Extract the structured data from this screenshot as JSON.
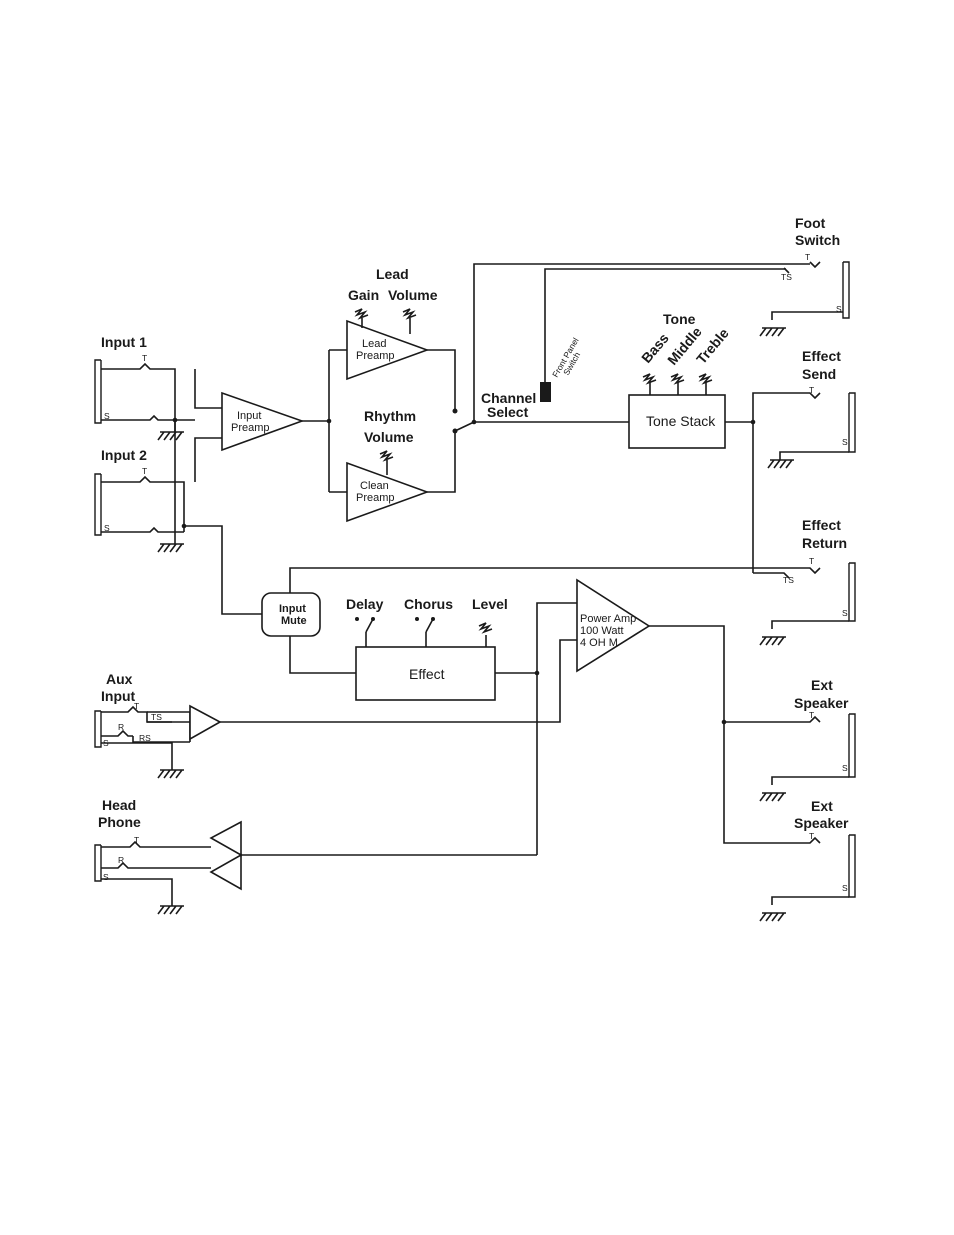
{
  "labels": {
    "foot_switch": [
      "Foot",
      "Switch"
    ],
    "input1": "Input 1",
    "input2": "Input 2",
    "aux_input": [
      "Aux",
      "Input"
    ],
    "head_phone": [
      "Head",
      "Phone"
    ],
    "effect_send": [
      "Effect",
      "Send"
    ],
    "effect_return": [
      "Effect",
      "Return"
    ],
    "ext_speaker1": [
      "Ext",
      "Speaker"
    ],
    "ext_speaker2": [
      "Ext",
      "Speaker"
    ],
    "lead": "Lead",
    "gain": "Gain",
    "volume": "Volume",
    "rhythm_volume": [
      "Rhythm",
      "Volume"
    ],
    "channel_select": [
      "Channel",
      "Select"
    ],
    "front_panel_switch": [
      "Front Panel",
      "Switch"
    ],
    "tone": "Tone",
    "bass": "Bass",
    "middle": "Middle",
    "treble": "Treble",
    "delay": "Delay",
    "chorus": "Chorus",
    "level": "Level"
  },
  "blocks": {
    "input_preamp": [
      "Input",
      "Preamp"
    ],
    "lead_preamp": [
      "Lead",
      "Preamp"
    ],
    "clean_preamp": [
      "Clean",
      "Preamp"
    ],
    "tone_stack": "Tone Stack",
    "input_mute": [
      "Input",
      "Mute"
    ],
    "effect": "Effect",
    "power_amp": [
      "Power  Amp",
      "100 Watt",
      "4 OH M"
    ]
  },
  "terminals": {
    "t": "T",
    "s": "S",
    "r": "R",
    "ts": "TS",
    "rs": "RS"
  }
}
